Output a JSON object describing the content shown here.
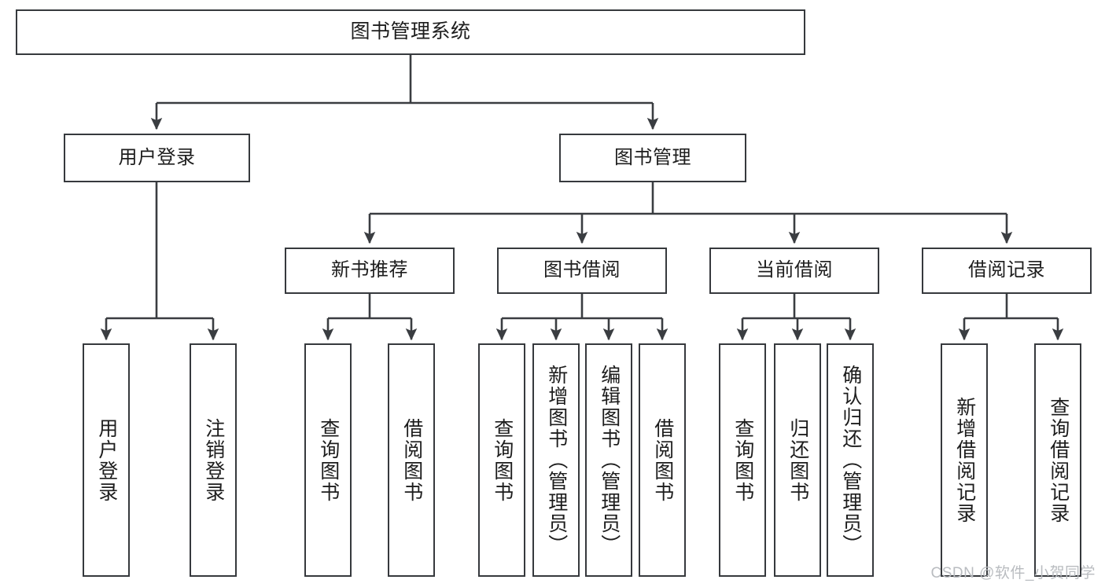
{
  "diagram": {
    "title": "图书管理系统",
    "type": "function-structure-tree",
    "watermark": "CSDN @软件_小贺同学",
    "colors": {
      "box_border": "#36393d",
      "box_fill": "#ffffff",
      "connector": "#3a3d41",
      "text": "#1d1d1d",
      "watermark": "#b9bcc0",
      "background": "#ffffff"
    },
    "levels": {
      "root": [
        "图书管理系统"
      ],
      "level2": [
        "用户登录",
        "图书管理"
      ],
      "level3": [
        "新书推荐",
        "图书借阅",
        "当前借阅",
        "借阅记录"
      ],
      "leaves": [
        "用户登录",
        "注销登录",
        "查询图书",
        "借阅图书",
        "查询图书",
        "新增图书（管理员）",
        "编辑图书（管理员）",
        "借阅图书",
        "查询图书",
        "归还图书",
        "确认归还（管理员）",
        "新增借阅记录",
        "查询借阅记录"
      ]
    },
    "nodes": {
      "root": {
        "label": "图书管理系统"
      },
      "user_login": {
        "label": "用户登录"
      },
      "book_mgmt": {
        "label": "图书管理"
      },
      "new_book_rec": {
        "label": "新书推荐"
      },
      "book_borrow": {
        "label": "图书借阅"
      },
      "current_borrow": {
        "label": "当前借阅"
      },
      "borrow_record": {
        "label": "借阅记录"
      },
      "leaf_user_login": {
        "label": "用户登录"
      },
      "leaf_user_logout": {
        "label": "注销登录"
      },
      "leaf_rec_query": {
        "label": "查询图书"
      },
      "leaf_rec_borrow": {
        "label": "借阅图书"
      },
      "leaf_bb_query": {
        "label": "查询图书"
      },
      "leaf_bb_add": {
        "label": "新增图书（管理员）"
      },
      "leaf_bb_edit": {
        "label": "编辑图书（管理员）"
      },
      "leaf_bb_borrow": {
        "label": "借阅图书"
      },
      "leaf_cb_query": {
        "label": "查询图书"
      },
      "leaf_cb_return": {
        "label": "归还图书"
      },
      "leaf_cb_confirm": {
        "label": "确认归还（管理员）"
      },
      "leaf_br_add": {
        "label": "新增借阅记录"
      },
      "leaf_br_query": {
        "label": "查询借阅记录"
      }
    },
    "edges": [
      {
        "from": "root",
        "to": "user_login"
      },
      {
        "from": "root",
        "to": "book_mgmt"
      },
      {
        "from": "user_login",
        "to": "leaf_user_login"
      },
      {
        "from": "user_login",
        "to": "leaf_user_logout"
      },
      {
        "from": "book_mgmt",
        "to": "new_book_rec"
      },
      {
        "from": "book_mgmt",
        "to": "book_borrow"
      },
      {
        "from": "book_mgmt",
        "to": "current_borrow"
      },
      {
        "from": "book_mgmt",
        "to": "borrow_record"
      },
      {
        "from": "new_book_rec",
        "to": "leaf_rec_query"
      },
      {
        "from": "new_book_rec",
        "to": "leaf_rec_borrow"
      },
      {
        "from": "book_borrow",
        "to": "leaf_bb_query"
      },
      {
        "from": "book_borrow",
        "to": "leaf_bb_add"
      },
      {
        "from": "book_borrow",
        "to": "leaf_bb_edit"
      },
      {
        "from": "book_borrow",
        "to": "leaf_bb_borrow"
      },
      {
        "from": "current_borrow",
        "to": "leaf_cb_query"
      },
      {
        "from": "current_borrow",
        "to": "leaf_cb_return"
      },
      {
        "from": "current_borrow",
        "to": "leaf_cb_confirm"
      },
      {
        "from": "borrow_record",
        "to": "leaf_br_add"
      },
      {
        "from": "borrow_record",
        "to": "leaf_br_query"
      }
    ]
  }
}
